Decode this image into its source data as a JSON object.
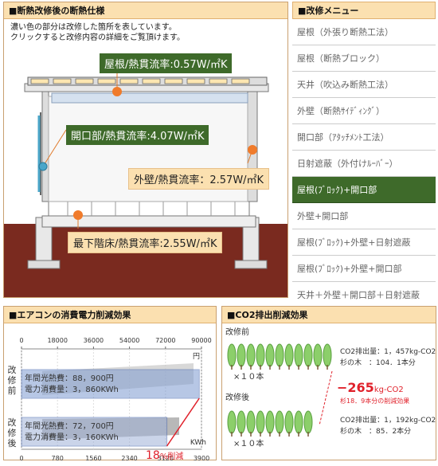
{
  "spec": {
    "title": "■断熱改修後の断熱仕様",
    "intro_line1": "濃い色の部分は改修した箇所を表しています。",
    "intro_line2": "クリックすると改修内容の詳細をご覧頂けます。",
    "callouts": {
      "roof": "屋根/熱貫流率:0.57W/㎡K",
      "opening": "開口部/熱貫流率:4.07W/㎡K",
      "wall": "外壁/熱貫流率：2.57W/㎡K",
      "floor": "最下階床/熱貫流率:2.55W/㎡K"
    }
  },
  "menu": {
    "title": "■改修メニュー",
    "items": [
      {
        "label": "屋根（外張り断熱工法）",
        "active": false
      },
      {
        "label": "屋根（断熱ブロック）",
        "active": false
      },
      {
        "label": "天井（吹込み断熱工法）",
        "active": false
      },
      {
        "label": "外壁（断熱ｻｲﾃﾞｨﾝｸﾞ）",
        "active": false
      },
      {
        "label": "開口部（ｱﾀｯﾁﾒﾝﾄ工法）",
        "active": false
      },
      {
        "label": "日射遮蔽（外付けﾙｰﾊﾞｰ）",
        "active": false
      },
      {
        "label": "屋根(ﾌﾞﾛｯｸ)+開口部",
        "active": true
      },
      {
        "label": "外壁+開口部",
        "active": false
      },
      {
        "label": "屋根(ﾌﾞﾛｯｸ)+外壁+日射遮蔽",
        "active": false
      },
      {
        "label": "屋根(ﾌﾞﾛｯｸ)+外壁+開口部",
        "active": false
      },
      {
        "label": "天井＋外壁＋開口部＋日射遮蔽",
        "active": false
      }
    ]
  },
  "ac": {
    "title": "■エアコンの消費電力削減効果",
    "top_axis": [
      "0",
      "18000",
      "36000",
      "54000",
      "72000",
      "90000"
    ],
    "top_unit": "円",
    "bottom_axis": [
      "0",
      "780",
      "1560",
      "2340",
      "3120",
      "3900"
    ],
    "bottom_unit": "KWh",
    "before_label": "改修前",
    "after_label": "改修後",
    "before_cost": "年間光熱費：88，900円",
    "before_power": "電力消費量：3，860KWh",
    "after_cost": "年間光熱費：72，700円",
    "after_power": "電力消費量：3，160KWh",
    "reduction_value": "18",
    "reduction_unit": "%削減"
  },
  "co2": {
    "title": "■CO2排出削減効果",
    "before_label": "改修前",
    "after_label": "改修後",
    "tree_count_before": "×１０本",
    "tree_count_after": "×１０本",
    "before_emission": "CO2排出量：1，457kg-CO2",
    "before_trees": "杉の木　：104．1本分",
    "after_emission": "CO2排出量：1，192kg-CO2",
    "after_trees": "杉の木　：85．2本分",
    "delta": "−265",
    "delta_unit": "kg-CO2",
    "delta_note": "杉18．9本分の削減効果"
  },
  "chart_data": {
    "type": "bar",
    "categories": [
      "改修前",
      "改修後"
    ],
    "series": [
      {
        "name": "年間光熱費",
        "values": [
          88900,
          72700
        ]
      },
      {
        "name": "電力消費量",
        "values": [
          3860,
          3160
        ]
      }
    ],
    "ylim_cost": [
      0,
      90000
    ],
    "ylim_power": [
      0,
      3900
    ]
  }
}
